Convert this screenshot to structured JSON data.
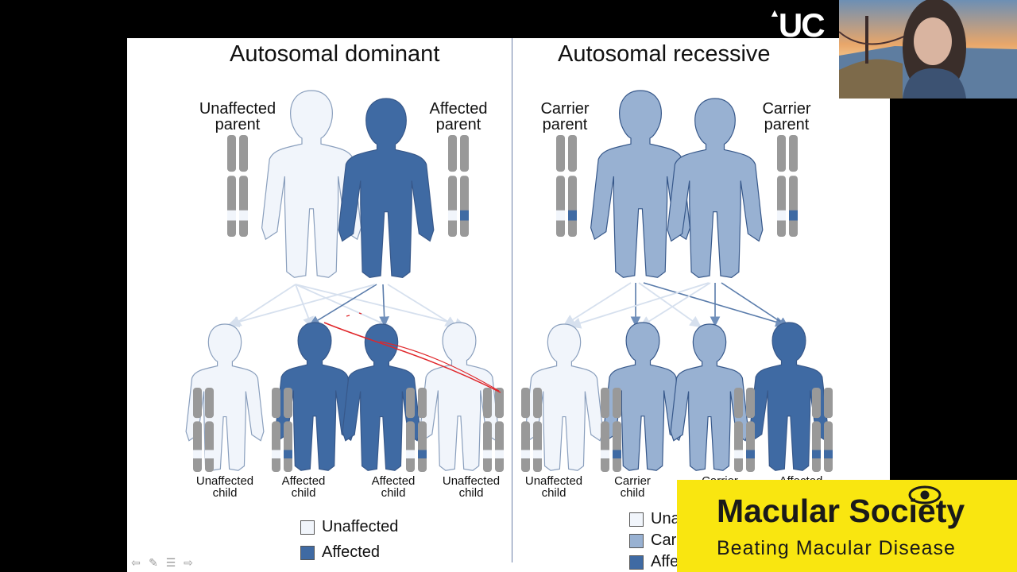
{
  "slide": {
    "left_title": "Autosomal dominant",
    "right_title": "Autosomal recessive",
    "left_parents": [
      "Unaffected\nparent",
      "Affected\nparent"
    ],
    "right_parents": [
      "Carrier\nparent",
      "Carrier\nparent"
    ],
    "left_children": [
      "Unaffected\nchild",
      "Affected\nchild",
      "Affected\nchild",
      "Unaffected\nchild"
    ],
    "right_children": [
      "Unaffected\nchild",
      "Carrier\nchild",
      "Carrier\nchild",
      "Affected\nchild"
    ],
    "legend": [
      {
        "label": "Unaffected",
        "color": "#f1f5fb"
      },
      {
        "label": "Carrier",
        "color": "#98b1d2"
      },
      {
        "label": "Affected",
        "color": "#3f6aa3"
      }
    ],
    "colors": {
      "unaffected": "#f1f5fb",
      "carrier": "#98b1d2",
      "affected": "#3f6aa3",
      "chromosome": "#999999",
      "annotation": "#e0262a"
    }
  },
  "logo": "UC",
  "overlay": {
    "brand": "Macular Society",
    "tagline": "Beating Macular Disease",
    "brand_icon": "eye-icon",
    "background": "#f9e610"
  },
  "nav_controls": [
    "arrow-left-icon",
    "pen-icon",
    "menu-icon",
    "arrow-right-icon"
  ]
}
